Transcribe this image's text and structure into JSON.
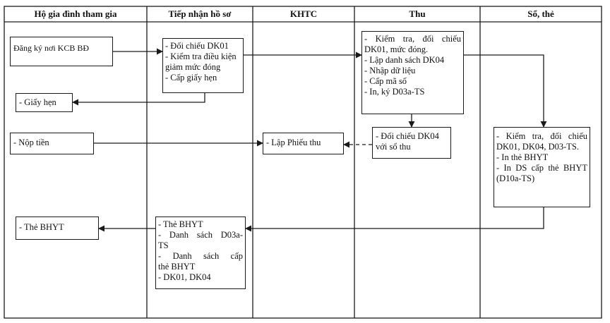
{
  "lanes": [
    {
      "id": "ho-gia-dinh",
      "title": "Hộ gia đình tham gia"
    },
    {
      "id": "tiep-nhan",
      "title": "Tiếp nhận hồ sơ"
    },
    {
      "id": "khtc",
      "title": "KHTC"
    },
    {
      "id": "thu",
      "title": "Thu"
    },
    {
      "id": "so-the",
      "title": "Sổ, thẻ"
    }
  ],
  "boxes": {
    "dang_ky": {
      "lines": [
        "Đăng ký nơi KCB BĐ"
      ]
    },
    "doi_chieu_dk01": {
      "lines": [
        "- Đối chiếu DK01",
        "- Kiểm tra điều kiện",
        "giảm mức đóng",
        "- Cấp giấy hẹn"
      ]
    },
    "giay_hen": {
      "lines": [
        "- Giấy hẹn"
      ]
    },
    "kiem_tra_thu": {
      "lines": [
        "- Kiểm tra, đối chiếu",
        "DK01, mức đóng.",
        "- Lập danh sách DK04",
        "- Nhập dữ liệu",
        "- Cấp mã số",
        "- In, ký D03a-TS"
      ]
    },
    "nop_tien": {
      "lines": [
        "- Nộp tiền"
      ]
    },
    "lap_phieu_thu": {
      "lines": [
        "- Lập Phiếu thu"
      ]
    },
    "doi_chieu_dk04": {
      "lines": [
        "- Đối chiếu DK04",
        "với sổ thu"
      ]
    },
    "kiem_tra_so_the": {
      "lines": [
        "- Kiểm tra, đối chiếu",
        "DK01, DK04, D03-TS.",
        "- In thẻ BHYT",
        "- In DS cấp thẻ BHYT",
        "(D10a-TS)"
      ]
    },
    "the_bhyt_out": {
      "lines": [
        "- Thẻ BHYT"
      ]
    },
    "the_bhyt_tiep_nhan": {
      "lines": [
        "- Thẻ BHYT",
        "- Danh sách D03a-",
        "TS",
        "- Danh sách cấp",
        "thẻ BHYT",
        "- DK01, DK04"
      ]
    }
  },
  "colors": {
    "line": "#1a1a1a",
    "background": "#ffffff"
  }
}
